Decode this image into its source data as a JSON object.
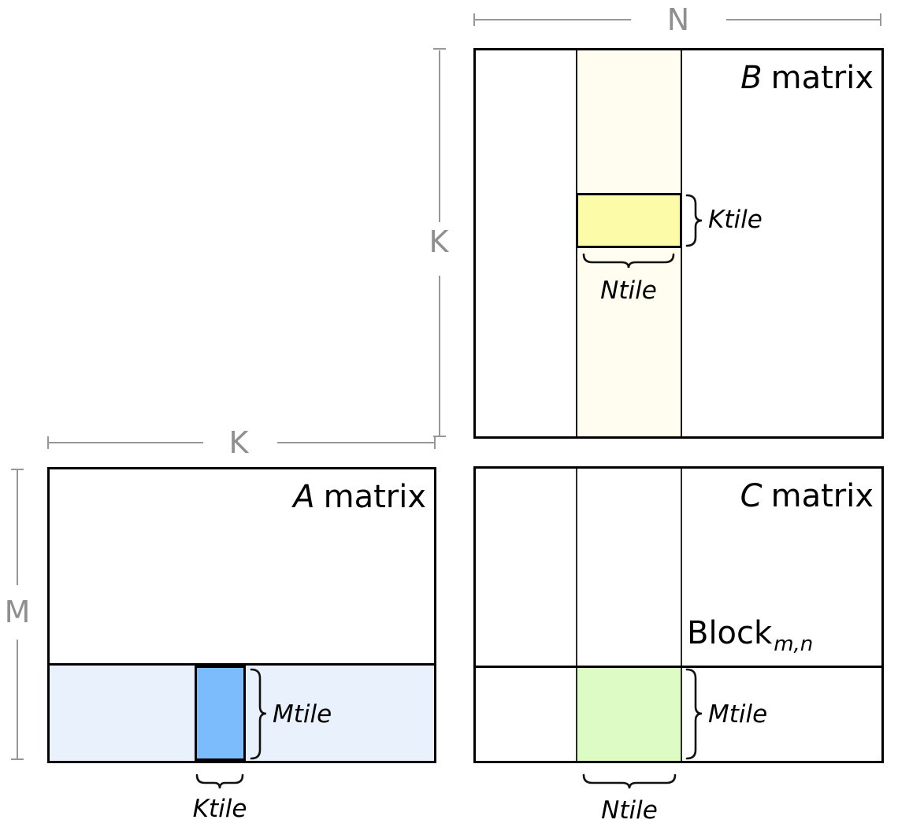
{
  "colors": {
    "b_strip": "#fffdf0",
    "b_tile": "#fbfba8",
    "a_strip": "#e8f1fc",
    "a_tile": "#7dbcfc",
    "c_tile": "#ddfbc5",
    "dimension_gray": "#8f8f8f",
    "outline_black": "#000000"
  },
  "dims": {
    "b_width_label": "N",
    "b_height_label": "K",
    "a_width_label": "K",
    "a_height_label": "M"
  },
  "b": {
    "letter": "B",
    "word": "matrix",
    "ktile": "Ktile",
    "ntile": "Ntile"
  },
  "a": {
    "letter": "A",
    "word": "matrix",
    "mtile": "Mtile",
    "ktile": "Ktile"
  },
  "c": {
    "letter": "C",
    "word": "matrix",
    "block": "Block",
    "block_sub": "m,n",
    "mtile": "Mtile",
    "ntile": "Ntile"
  }
}
